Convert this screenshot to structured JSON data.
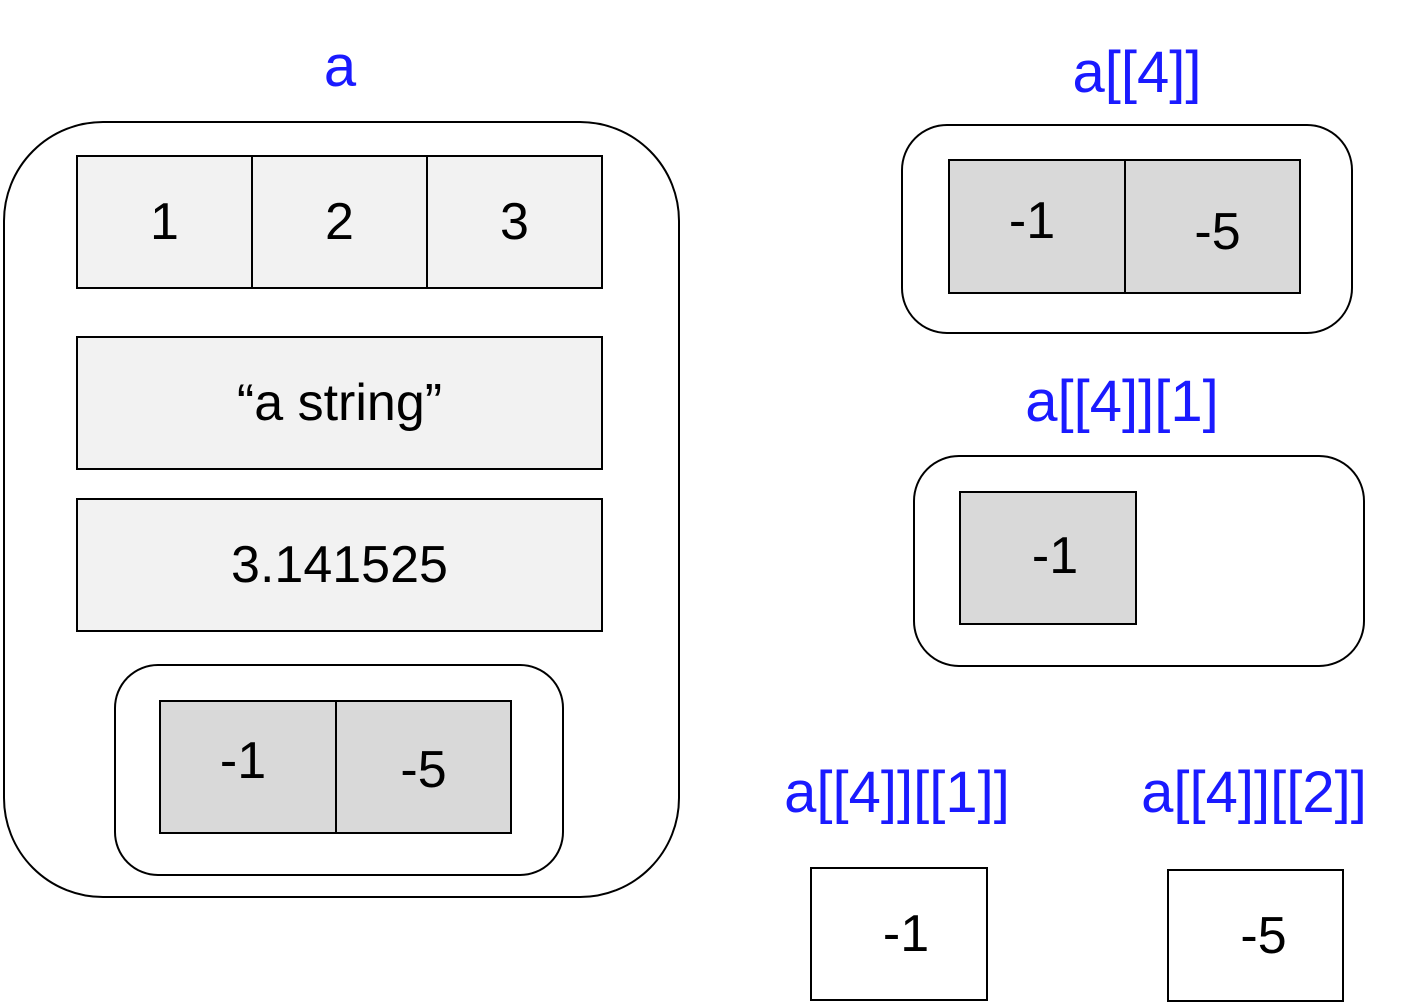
{
  "left": {
    "label": "a",
    "vector_cells": [
      "1",
      "2",
      "3"
    ],
    "string_value": "“a string”",
    "number_value": "3.141525",
    "nested_cells": [
      "-1",
      "-5"
    ]
  },
  "sub_list": {
    "label": "a[[4]]",
    "cells": [
      "-1",
      "-5"
    ]
  },
  "sub_list_first": {
    "label": "a[[4]][1]",
    "cells": [
      "-1"
    ]
  },
  "element_first": {
    "label": "a[[4]][[1]]",
    "value": "-1"
  },
  "element_second": {
    "label": "a[[4]][[2]]",
    "value": "-5"
  },
  "colors": {
    "label": "#1a1aff",
    "light_cell": "#f2f2f2",
    "dark_cell": "#d9d9d9"
  }
}
